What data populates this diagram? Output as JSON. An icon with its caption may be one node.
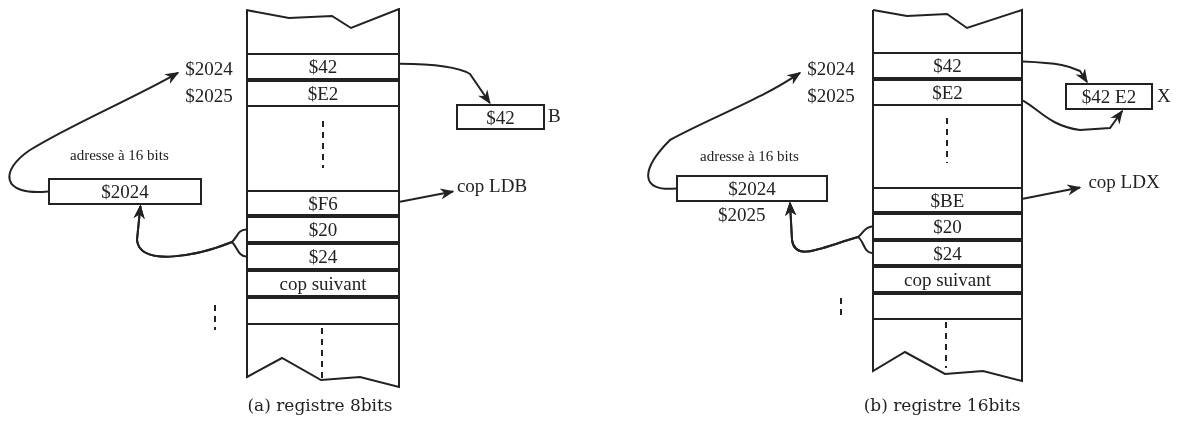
{
  "diagram": {
    "nodes": [
      {
        "text": [],
        "shape": "box"
      },
      {
        "text": [
          "$2024"
        ]
      },
      {
        "text": [
          "$42"
        ],
        "in": 0
      },
      {
        "text": [
          "$2025"
        ]
      },
      {
        "text": [
          "$E2"
        ],
        "in": 0
      },
      {
        "text": [
          "$F6"
        ],
        "in": 0
      },
      {
        "text": [
          "$20"
        ],
        "in": 0
      },
      {
        "text": [
          "$24"
        ],
        "in": 0
      },
      {
        "text": [
          "cop suivant"
        ],
        "in": 0
      },
      {
        "text": [],
        "shape": "box",
        "in": 0
      },
      {
        "text": [
          "$42"
        ],
        "beside": [
          "B"
        ]
      },
      {
        "text": [
          "$2024"
        ],
        "beside": [
          "adresse à 16 bits"
        ]
      },
      {
        "text": [
          "cop LDB"
        ]
      },
      {
        "text": [],
        "shape": "box"
      },
      {
        "text": [
          "$2024"
        ]
      },
      {
        "text": [
          "$42"
        ],
        "in": 13
      },
      {
        "text": [
          "$2025"
        ]
      },
      {
        "text": [
          "$E2"
        ],
        "in": 13
      },
      {
        "text": [
          "$BE"
        ],
        "in": 13
      },
      {
        "text": [
          "$20"
        ],
        "in": 13
      },
      {
        "text": [
          "$24"
        ],
        "in": 13
      },
      {
        "text": [
          "cop suivant"
        ],
        "in": 13
      },
      {
        "text": [],
        "shape": "box",
        "in": 13
      },
      {
        "text": [
          "$42 E2"
        ],
        "beside": [
          "X"
        ]
      },
      {
        "text": [
          "$2024"
        ],
        "beside": [
          "adresse à 16 bits",
          "$2025"
        ]
      },
      {
        "text": [
          "cop LDX"
        ]
      }
    ],
    "edges": [
      {
        "from": 2,
        "to": 10,
        "arrow": "to"
      },
      {
        "from": 5,
        "to": 12,
        "arrow": "to"
      },
      {
        "from": 6,
        "to": 11,
        "arrow": "to"
      },
      {
        "from": 7,
        "to": 11,
        "arrow": "to"
      },
      {
        "from": 11,
        "to": 1,
        "arrow": "to"
      },
      {
        "from": 15,
        "to": 23,
        "arrow": "to"
      },
      {
        "from": 17,
        "to": 23,
        "arrow": "to"
      },
      {
        "from": 18,
        "to": 25,
        "arrow": "to"
      },
      {
        "from": 19,
        "to": 24,
        "arrow": "to"
      },
      {
        "from": 20,
        "to": 24,
        "arrow": "to"
      },
      {
        "from": 24,
        "to": 14,
        "arrow": "to"
      }
    ],
    "labels": [
      "(a) registre 8bits",
      "(b) registre 16bits"
    ]
  }
}
